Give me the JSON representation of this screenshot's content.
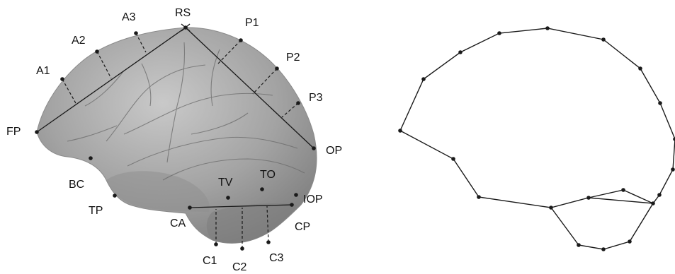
{
  "figure": {
    "background": "#ffffff",
    "line_color": "#1a1a1a",
    "brain_fill": "#9c9c9c",
    "brain_shade": "#6e6e6e",
    "brain_highlight": "#cfcfcf"
  },
  "brain": {
    "landmarks": [
      {
        "id": "RS",
        "label": "RS"
      },
      {
        "id": "A1",
        "label": "A1"
      },
      {
        "id": "A2",
        "label": "A2"
      },
      {
        "id": "A3",
        "label": "A3"
      },
      {
        "id": "P1",
        "label": "P1"
      },
      {
        "id": "P2",
        "label": "P2"
      },
      {
        "id": "P3",
        "label": "P3"
      },
      {
        "id": "FP",
        "label": "FP"
      },
      {
        "id": "OP",
        "label": "OP"
      },
      {
        "id": "BC",
        "label": "BC"
      },
      {
        "id": "TO",
        "label": "TO"
      },
      {
        "id": "TV",
        "label": "TV"
      },
      {
        "id": "TP",
        "label": "TP"
      },
      {
        "id": "IOP",
        "label": "IOP"
      },
      {
        "id": "CA",
        "label": "CA"
      },
      {
        "id": "CP",
        "label": "CP"
      },
      {
        "id": "C1",
        "label": "C1"
      },
      {
        "id": "C2",
        "label": "C2"
      },
      {
        "id": "C3",
        "label": "C3"
      }
    ]
  },
  "outline": {
    "description_points": 21
  }
}
